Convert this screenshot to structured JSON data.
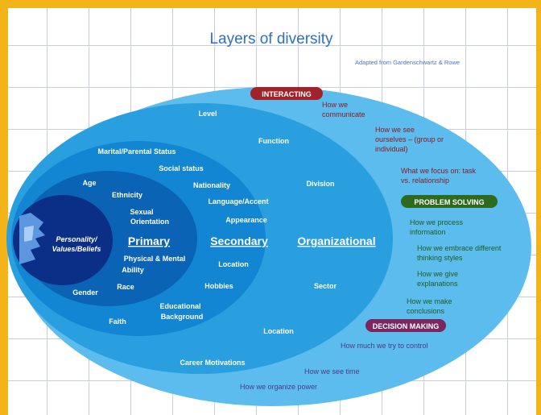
{
  "title": "Layers of diversity",
  "source_note": "Adapted from Gardenschwartz & Rowe",
  "core": {
    "label_line1": "Personality/",
    "label_line2": "Values/Beliefs"
  },
  "primary": {
    "label": "Primary",
    "items": [
      "Age",
      "Ethnicity",
      "Sexual",
      "Orientation",
      "Physical & Mental",
      "Ability",
      "Gender",
      "Race"
    ]
  },
  "secondary": {
    "label": "Secondary",
    "items": [
      "Marital/Parental Status",
      "Social status",
      "Nationality",
      "Language/Accent",
      "Appearance",
      "Location",
      "Hobbies",
      "Educational",
      "Background",
      "Faith"
    ]
  },
  "organizational": {
    "label": "Organizational",
    "items": [
      "Level",
      "Function",
      "Division",
      "Sector",
      "Location",
      "Career Motivations"
    ]
  },
  "interacting": {
    "label": "INTERACTING",
    "items": [
      "How we",
      "communicate",
      "How we see",
      "ourselves – (group or",
      "individual)",
      "What we focus on: task",
      "vs. relationship"
    ]
  },
  "problem_solving": {
    "label": "PROBLEM SOLVING",
    "items": [
      "How we process",
      "information",
      "How we embrace different",
      "thinking styles",
      "How we give",
      "explanations",
      "How we make",
      "conclusions"
    ]
  },
  "decision_making": {
    "label": "DECISION MAKING",
    "items": [
      "How much we try to control",
      "How we see time",
      "How we organize power"
    ]
  },
  "colors": {
    "frame": "#f2b419",
    "outer_ellipse": "#5cbcee",
    "org_ellipse": "#2a9fe0",
    "secondary_ellipse": "#1286d2",
    "primary_ellipse": "#0a63b4",
    "core_ellipse": "#0b2f86",
    "interacting_pill": "#a0222a",
    "problem_solving_pill": "#2d6a1e",
    "decision_making_pill": "#7a2660"
  }
}
